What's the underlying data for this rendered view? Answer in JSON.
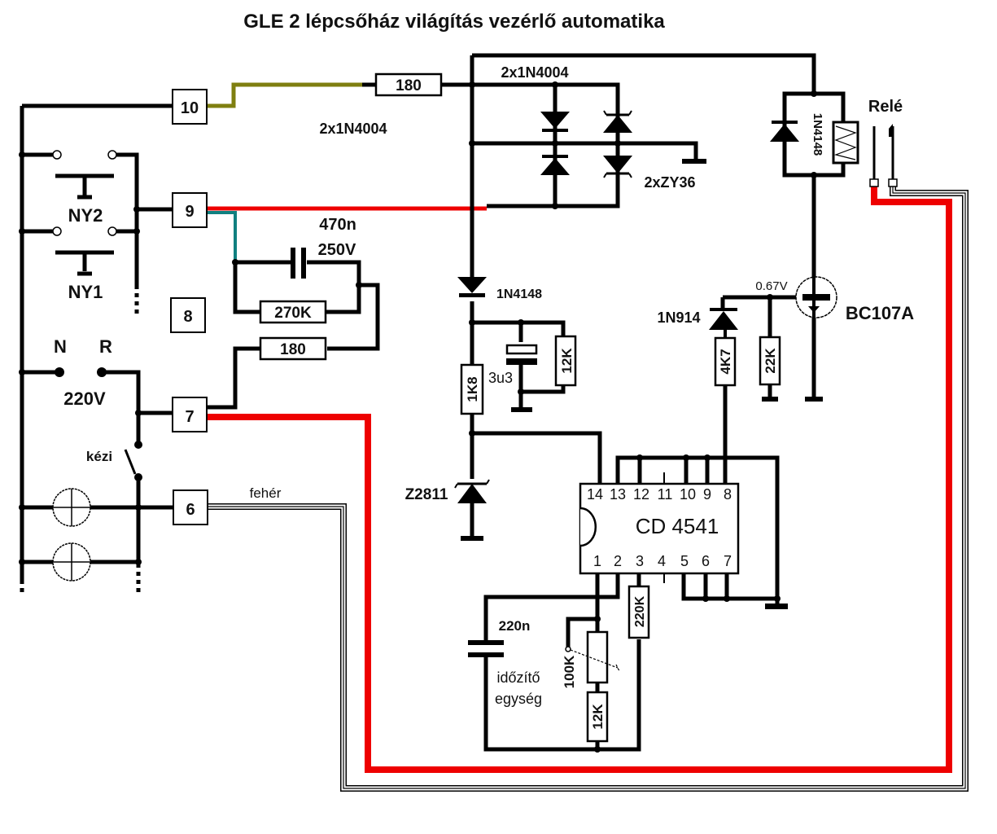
{
  "title": "GLE 2 lépcsőház világítás vezérlő automatika",
  "colors": {
    "wire": "#000000",
    "red_wire": "#ee0000",
    "olive_wire": "#7f7f10",
    "teal_wire": "#108080",
    "white_wire": "#ffffff",
    "background": "#ffffff"
  },
  "terminals": {
    "t10": "10",
    "t9": "9",
    "t8": "8",
    "t7": "7",
    "t6": "6"
  },
  "labels": {
    "ny2": "NY2",
    "ny1": "NY1",
    "n": "N",
    "r": "R",
    "mains": "220V",
    "manual": "kézi",
    "white": "fehér",
    "diodes_top": "2x1N4004",
    "diodes_left": "2x1N4004",
    "zeners": "2xZY36",
    "cap_value": "470n",
    "cap_voltage": "250V",
    "r270k": "270K",
    "r180_top": "180",
    "r180_mid": "180",
    "d1n4148": "1N4148",
    "r1k8": "1K8",
    "c3u3": "3u3",
    "r12k_top": "12K",
    "z2811": "Z2811",
    "d1n914": "1N914",
    "r4k7": "4K7",
    "r22k": "22K",
    "vbe": "0.67V",
    "transistor": "BC107A",
    "relay_diode": "1N4148",
    "relay": "Relé",
    "c220n": "220n",
    "pot100k": "100K",
    "r12k_bottom": "12K",
    "r220k": "220K",
    "timer_unit_1": "időzítő",
    "timer_unit_2": "egység"
  },
  "ic": {
    "name": "CD 4541",
    "pins_top": [
      "14",
      "13",
      "12",
      "11",
      "10",
      "9",
      "8"
    ],
    "pins_bottom": [
      "1",
      "2",
      "3",
      "4",
      "5",
      "6",
      "7"
    ]
  }
}
